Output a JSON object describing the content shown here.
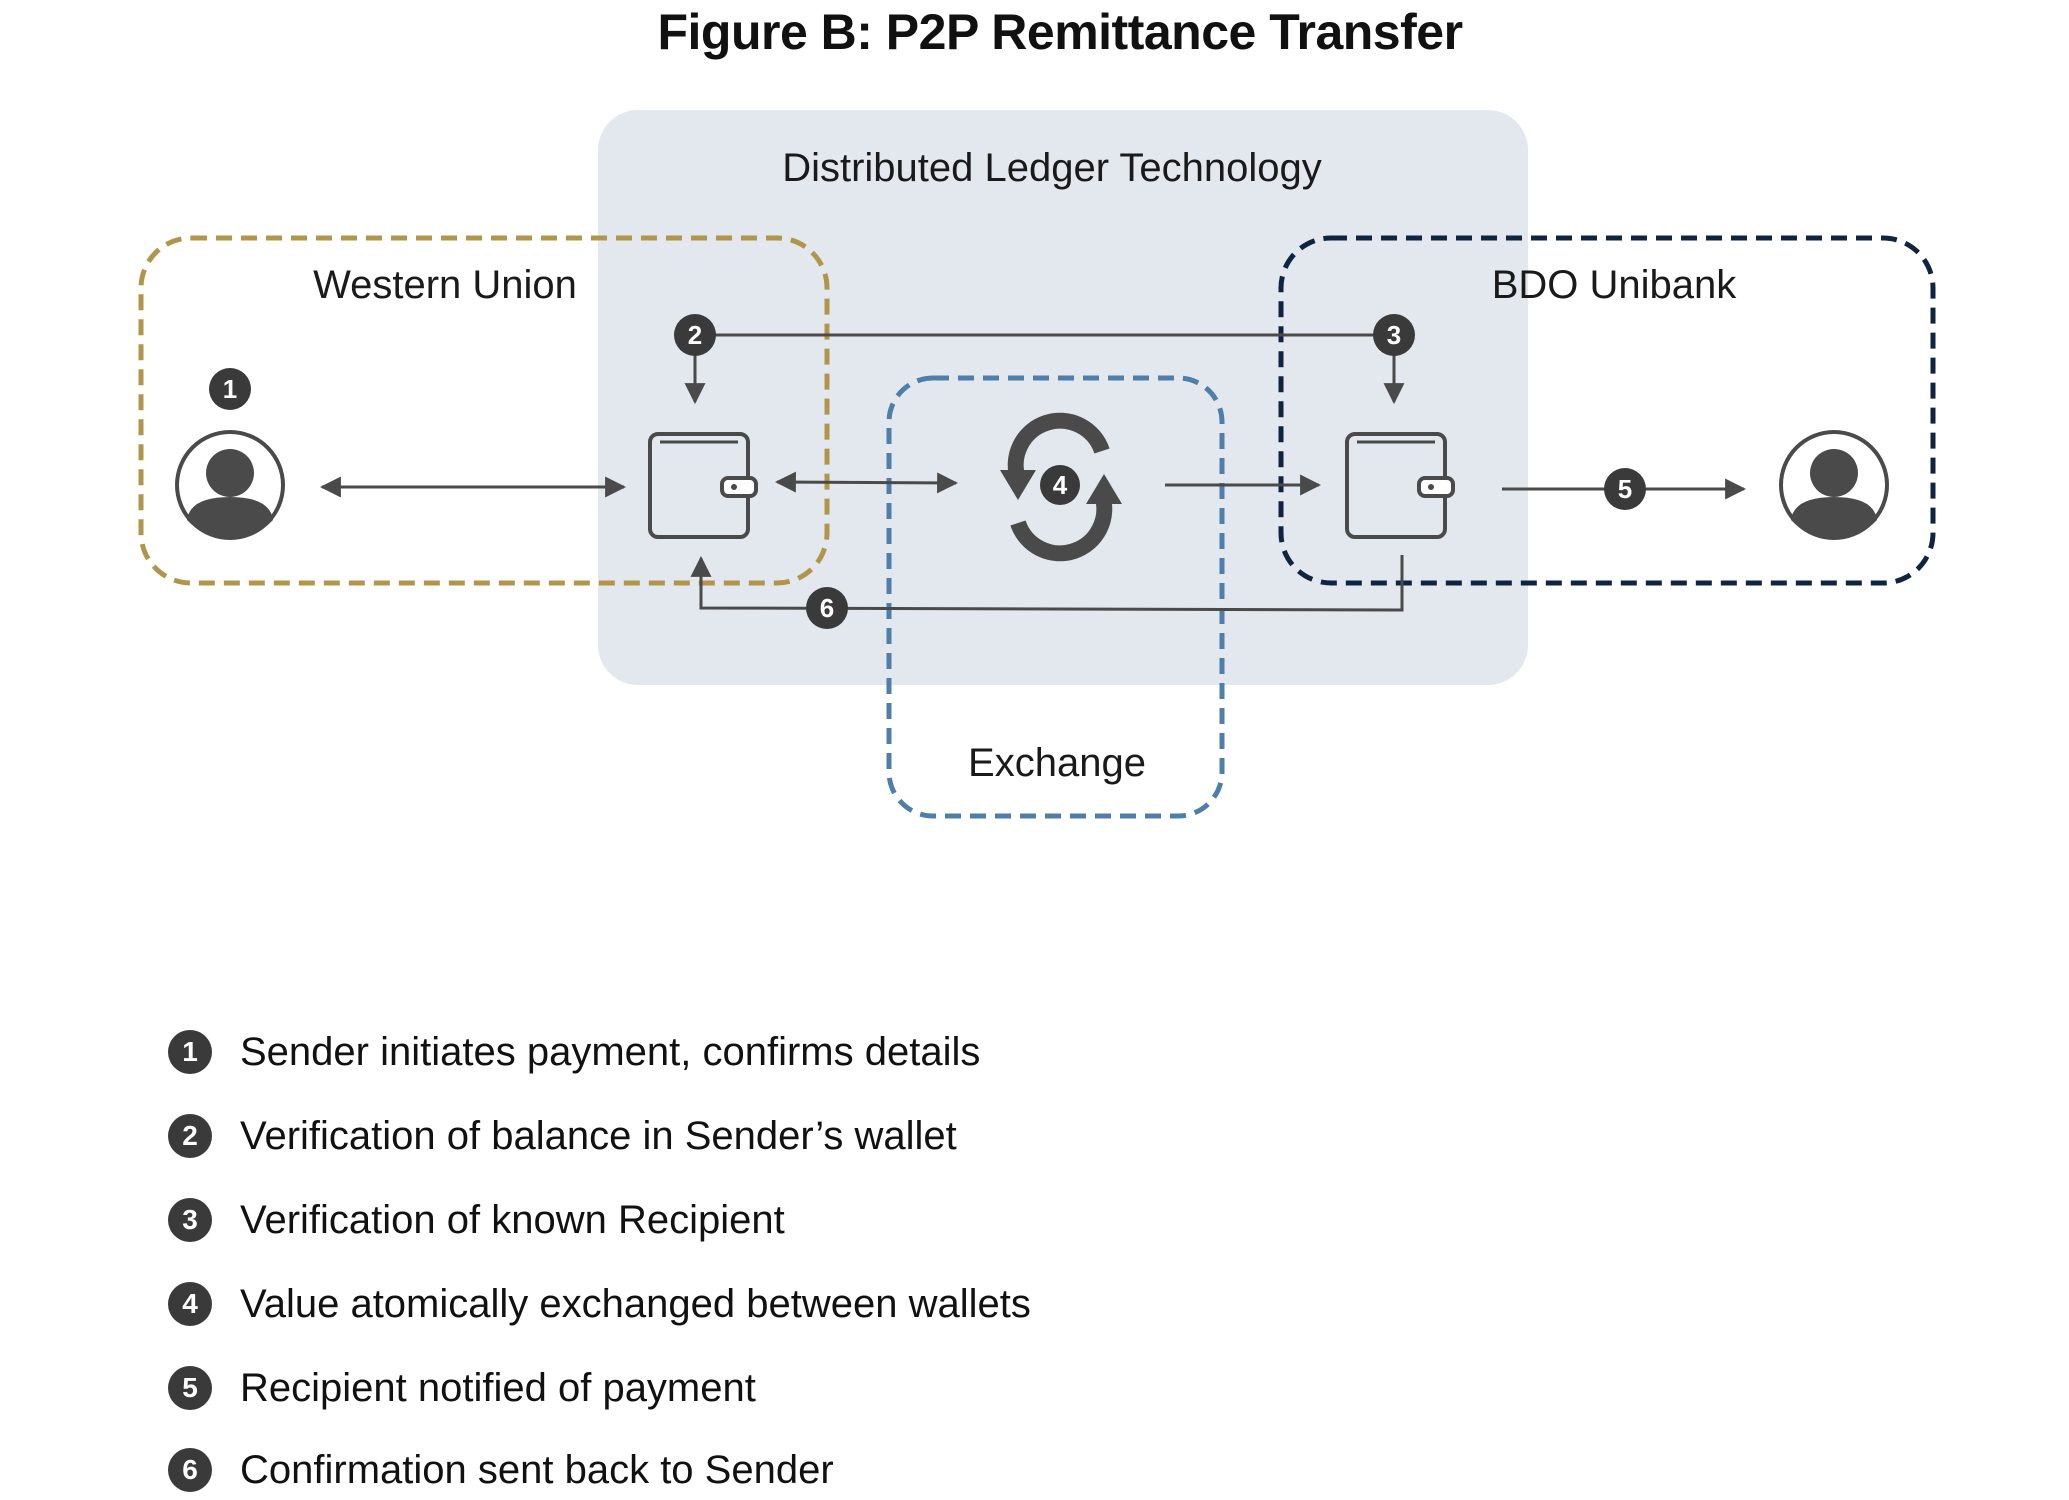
{
  "title": "Figure B: P2P Remittance Transfer",
  "regions": {
    "ledger": "Distributed Ledger Technology",
    "western_union": "Western Union",
    "bdo": "BDO Unibank",
    "exchange": "Exchange"
  },
  "steps": [
    {
      "num": "1",
      "text": "Sender initiates payment, confirms details"
    },
    {
      "num": "2",
      "text": "Verification of balance in Sender’s wallet"
    },
    {
      "num": "3",
      "text": "Verification of known Recipient"
    },
    {
      "num": "4",
      "text": "Value atomically exchanged between wallets"
    },
    {
      "num": "5",
      "text": "Recipient notified of payment"
    },
    {
      "num": "6",
      "text": "Confirmation sent back to Sender"
    }
  ],
  "colors": {
    "ledger_fill": "#e3e8ef",
    "western_union_border": "#b0954a",
    "bdo_border": "#0f2440",
    "exchange_border": "#4f7ea8",
    "badge": "#3a3a3a",
    "icon": "#4a4a4a"
  },
  "icons": [
    "person-icon",
    "wallet-icon",
    "exchange-cycle-icon"
  ]
}
